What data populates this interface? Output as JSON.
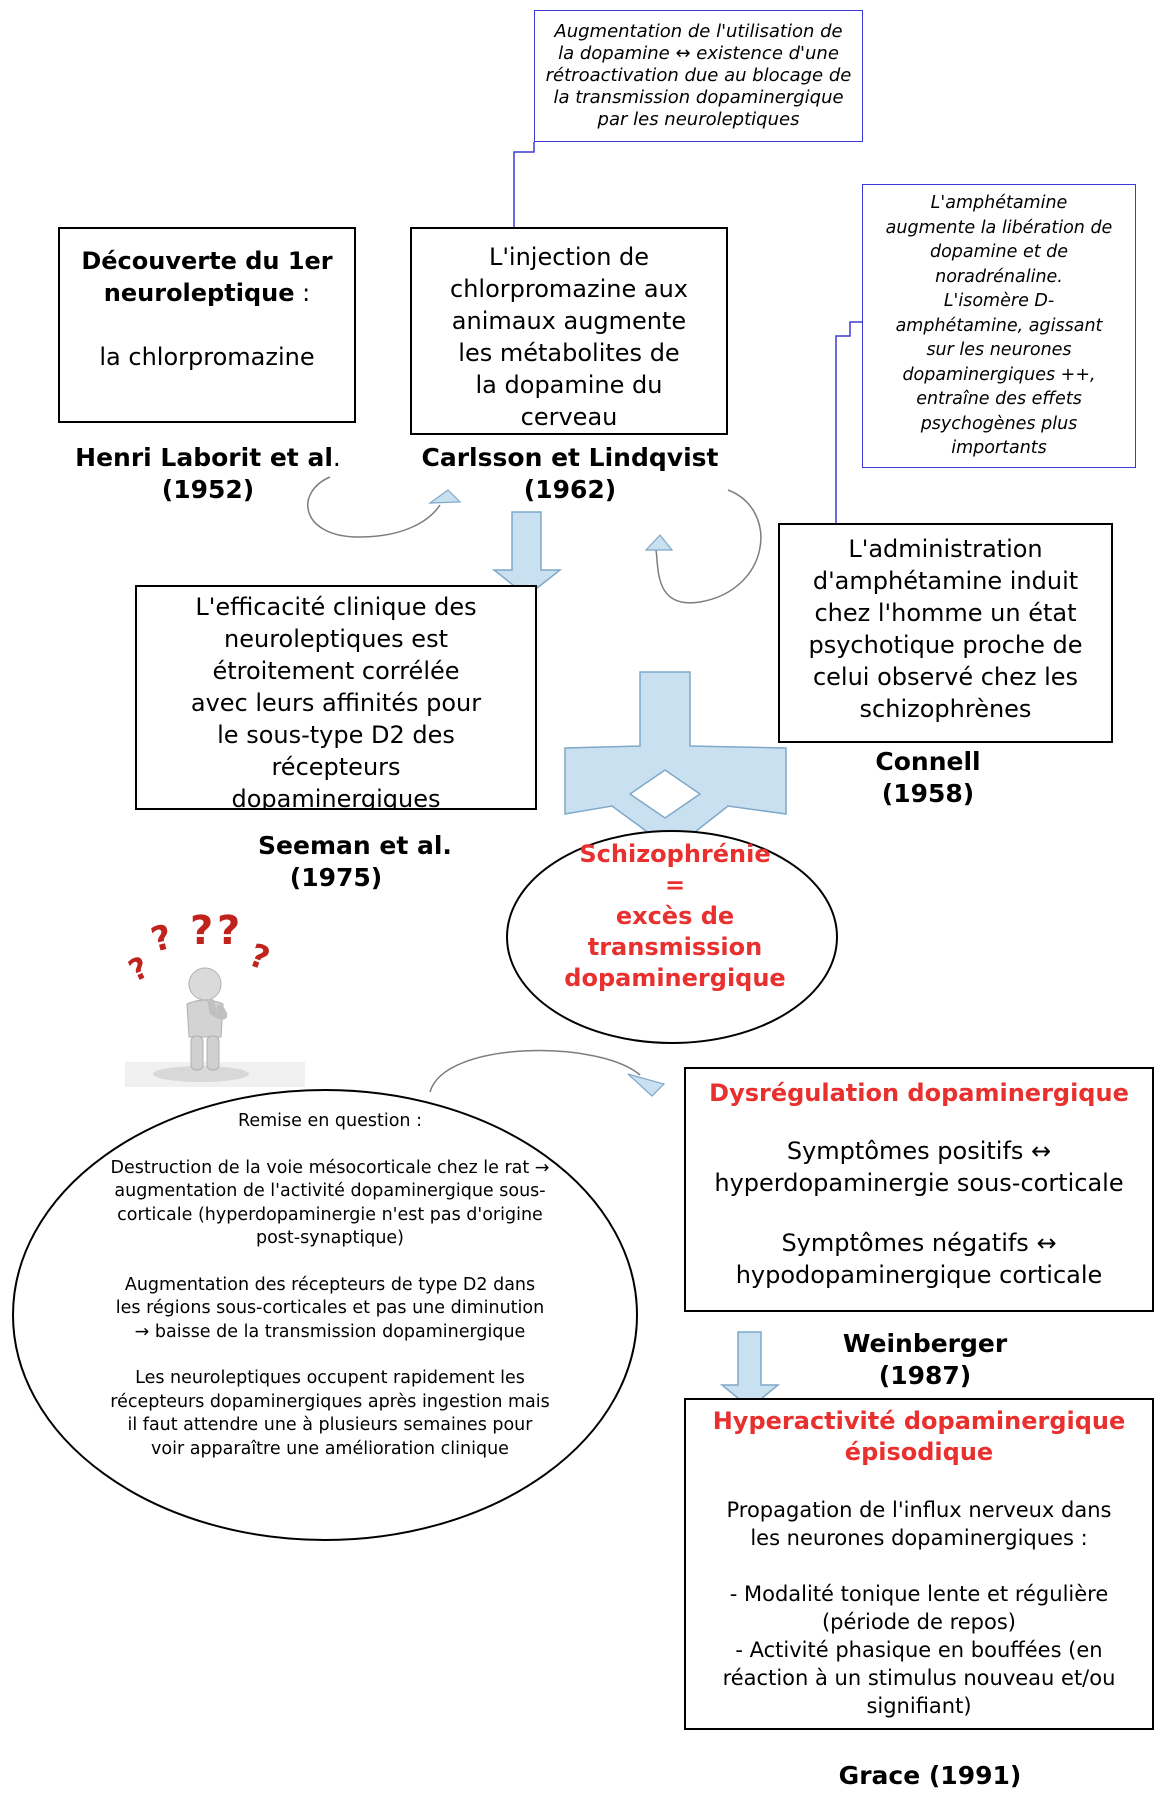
{
  "note_carlsson": {
    "l1": "Augmentation de l'utilisation de",
    "l2": "la dopamine ↔ existence d'une",
    "l3": "rétroactivation due au blocage de",
    "l4": "la transmission dopaminergique",
    "l5": "par les neuroleptiques"
  },
  "note_amphet": {
    "l1": "L'amphétamine",
    "l2": "augmente la libération de",
    "l3": "dopamine et de",
    "l4": "noradrénaline.",
    "l5": "L'isomère D-",
    "l6": "amphétamine, agissant",
    "l7": "sur les neurones",
    "l8": "dopaminergiques ++,",
    "l9": "entraîne des effets",
    "l10": "psychogènes plus",
    "l11": "importants"
  },
  "box_laborit": {
    "title_l1": "Découverte du 1er",
    "title_l2": "neuroleptique",
    "colon": " :",
    "drug": "la chlorpromazine"
  },
  "author_laborit": {
    "name": "Henri Laborit et al",
    "dot": ".",
    "year": "(1952)"
  },
  "box_carlsson": {
    "l1": "L'injection de",
    "l2": "chlorpromazine aux",
    "l3": "animaux augmente",
    "l4": "les métabolites de",
    "l5": "la dopamine du",
    "l6": "cerveau"
  },
  "author_carlsson": {
    "name": "Carlsson et Lindqvist",
    "year": "(1962)"
  },
  "box_seeman": {
    "l1": "L'efficacité clinique des",
    "l2": "neuroleptiques est",
    "l3": "étroitement corrélée",
    "l4": "avec leurs affinités pour",
    "l5": "le sous-type D2 des",
    "l6": "récepteurs",
    "l7": "dopaminergiques"
  },
  "author_seeman": {
    "name": "Seeman et al.",
    "year": "(1975)"
  },
  "box_connell": {
    "l1": "L'administration",
    "l2": "d'amphétamine induit",
    "l3": "chez l'homme un état",
    "l4": "psychotique proche de",
    "l5": "celui observé chez les",
    "l6": "schizophrènes"
  },
  "author_connell": {
    "name": "Connell",
    "year": "(1958)"
  },
  "schizo": {
    "l1": "Schizophrénie",
    "l2": "=",
    "l3": "excès de",
    "l4": "transmission",
    "l5": "dopaminergique"
  },
  "question": {
    "title": "Remise en question :",
    "p1_l1": "Destruction de la voie mésocorticale chez le rat →",
    "p1_l2": "augmentation de l'activité dopaminergique sous-",
    "p1_l3": "corticale (hyperdopaminergie n'est pas d'origine",
    "p1_l4": "post-synaptique)",
    "p2_l1": "Augmentation des récepteurs de type D2 dans",
    "p2_l2": "les régions sous-corticales et pas une diminution",
    "p2_l3": "→ baisse de la transmission dopaminergique",
    "p3_l1": "Les neuroleptiques occupent rapidement les",
    "p3_l2": "récepteurs dopaminergiques après ingestion mais",
    "p3_l3": "il faut attendre une à plusieurs semaines pour",
    "p3_l4": "voir apparaître une amélioration clinique"
  },
  "box_weinberger": {
    "title": "Dysrégulation dopaminergique",
    "pos_l1": "Symptômes positifs ↔",
    "pos_l2": "hyperdopaminergie sous-corticale",
    "neg_l1": "Symptômes négatifs ↔",
    "neg_l2": "hypodopaminergique corticale"
  },
  "author_weinberger": {
    "name": "Weinberger",
    "year": "(1987)"
  },
  "box_grace": {
    "title_l1": "Hyperactivité dopaminergique",
    "title_l2": "épisodique",
    "p1_l1": "Propagation de l'influx nerveux dans",
    "p1_l2": "les neurones dopaminergiques :",
    "p2_l1": "- Modalité tonique lente et régulière",
    "p2_l2": "(période de repos)",
    "p3_l1": "- Activité phasique en bouffées (en",
    "p3_l2": "réaction à un stimulus nouveau et/ou",
    "p3_l3": "signifiant)"
  },
  "author_grace": {
    "name": "Grace (1991)"
  },
  "colors": {
    "accent_red": "#e8302f",
    "note_border": "#3b3bd4",
    "arrow_fill": "#c9e0f0",
    "arrow_stroke": "#7fa8c9"
  }
}
